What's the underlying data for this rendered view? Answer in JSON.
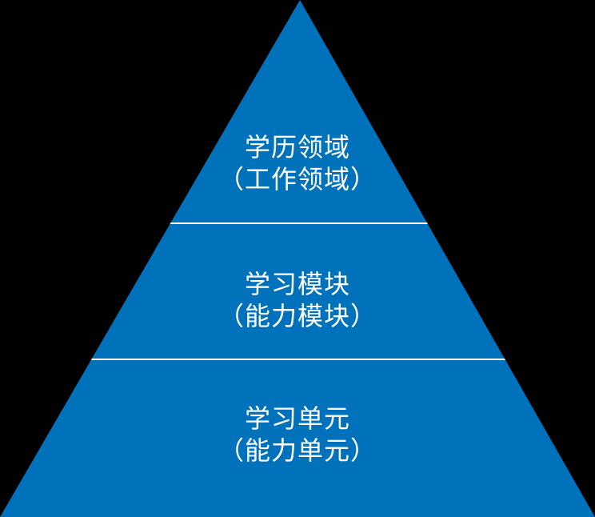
{
  "diagram": {
    "type": "pyramid",
    "background_color": "#000000",
    "pyramid_color": "#0072BC",
    "divider_color": "#FFFFFF",
    "text_color": "#FFFFFF",
    "levels": [
      {
        "title": "学历领域",
        "subtitle": "（工作领域）"
      },
      {
        "title": "学习模块",
        "subtitle": "（能力模块）"
      },
      {
        "title": "学习单元",
        "subtitle": "（能力单元）"
      }
    ]
  }
}
